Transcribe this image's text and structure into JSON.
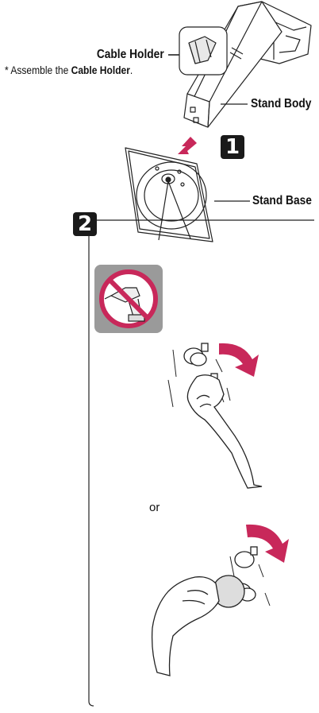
{
  "labels": {
    "cable_holder": "Cable Holder",
    "stand_body": "Stand Body",
    "stand_base": "Stand Base"
  },
  "note": {
    "prefix": "*  Assemble the ",
    "emphasis": "Cable Holder",
    "suffix": "."
  },
  "steps": {
    "step1": "1",
    "step2": "2"
  },
  "or_text": "or",
  "icons": {
    "no_drill": "no-power-drill-icon",
    "arrow": "pink-arrow"
  },
  "colors": {
    "accent": "#c8285a",
    "no_sign": "#c8285a",
    "icon_bg": "#9a9a9a",
    "step_box": "#1a1a1a"
  }
}
